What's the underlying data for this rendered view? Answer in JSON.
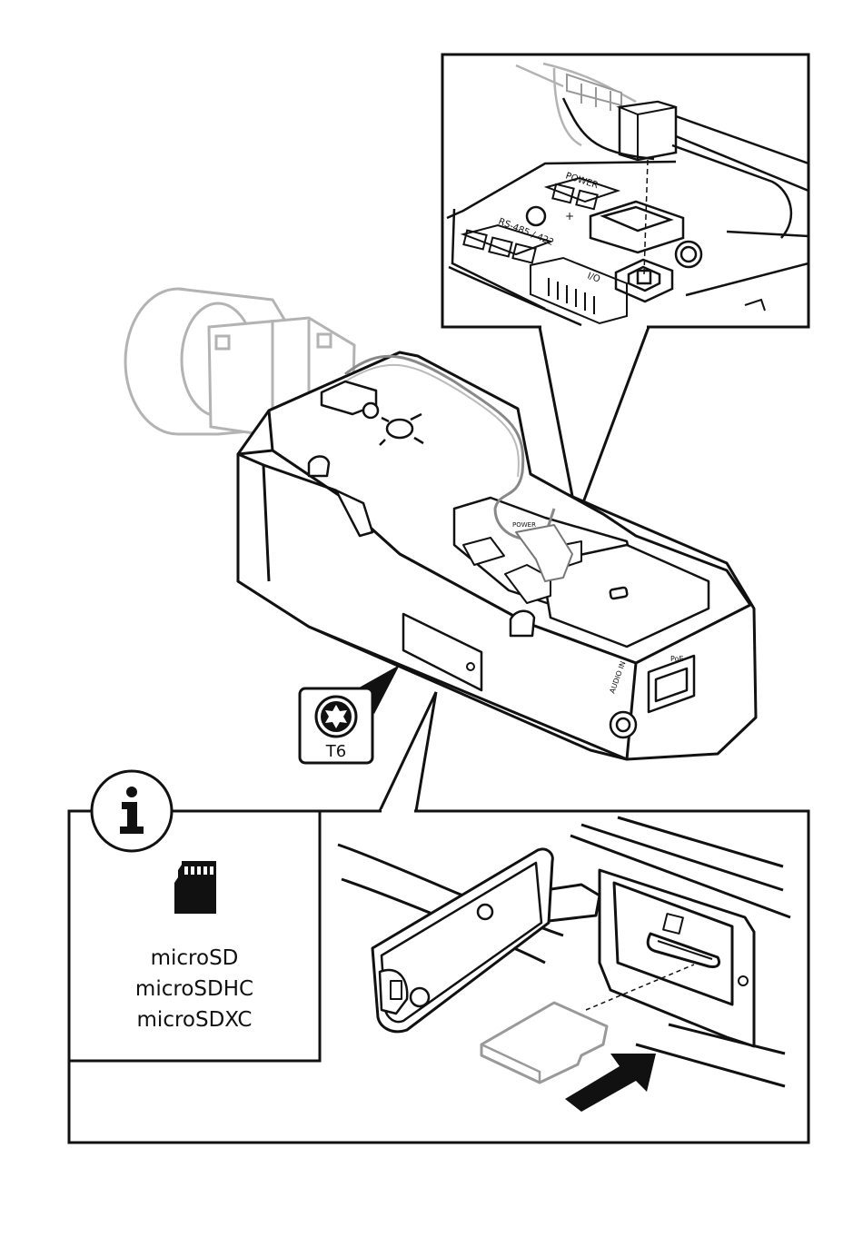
{
  "diagram": {
    "port_labels": {
      "power": "POWER",
      "rs485": "RS-485 / 422",
      "io": "I/O",
      "poe": "PoE",
      "audio_in": "AUDIO IN"
    },
    "tool": {
      "icon": "torx-screwdriver-icon",
      "size": "T6"
    },
    "info": {
      "icon": "info-icon",
      "card_icon": "microsd-card-icon",
      "card_types": [
        "microSD",
        "microSDHC",
        "microSDXC"
      ]
    },
    "colors": {
      "line": "#111111",
      "ghost": "#b3b3b3",
      "background": "#ffffff"
    }
  }
}
